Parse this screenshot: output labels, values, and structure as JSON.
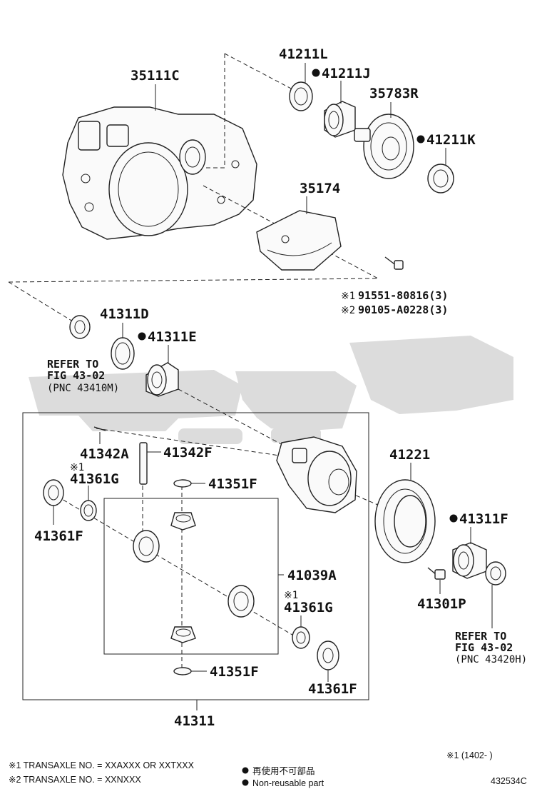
{
  "labels": {
    "p35111C": "35111C",
    "p41211L": "41211L",
    "p41211J": "41211J",
    "p35783R": "35783R",
    "p41211K": "41211K",
    "p35174": "35174",
    "bolt1": "91551-80816(3)",
    "bolt2": "90105-A0228(3)",
    "p41311D": "41311D",
    "p41311E": "41311E",
    "refer1_a": "REFER TO",
    "refer1_b": "FIG 43-02",
    "refer1_c": "(PNC 43410M)",
    "p41342A": "41342A",
    "p41342F": "41342F",
    "p41361G_a": "41361G",
    "p41351F_a": "41351F",
    "p41361F_a": "41361F",
    "p41039A": "41039A",
    "p41361G_b": "41361G",
    "p41351F_b": "41351F",
    "p41361F_b": "41361F",
    "p41311": "41311",
    "p41221": "41221",
    "p41311F": "41311F",
    "p41301P": "41301P",
    "refer2_a": "REFER TO",
    "refer2_b": "FIG 43-02",
    "refer2_c": "(PNC 43420H)",
    "mark1": "※1",
    "mark2": "※2",
    "mark1b": "※1",
    "mark1c": "※1"
  },
  "footer": {
    "note1": "※1 TRANSAXLE NO. = XXAXXX OR XXTXXX",
    "note2": "※2 TRANSAXLE NO. = XXNXXX",
    "nonreuse_jp": "再使用不可部品",
    "nonreuse_en": "Non-reusable part",
    "range": "※1 (1402-     )",
    "figure_code": "432534C"
  },
  "colors": {
    "line": "#222222",
    "watermark": "#d6d6d6"
  }
}
